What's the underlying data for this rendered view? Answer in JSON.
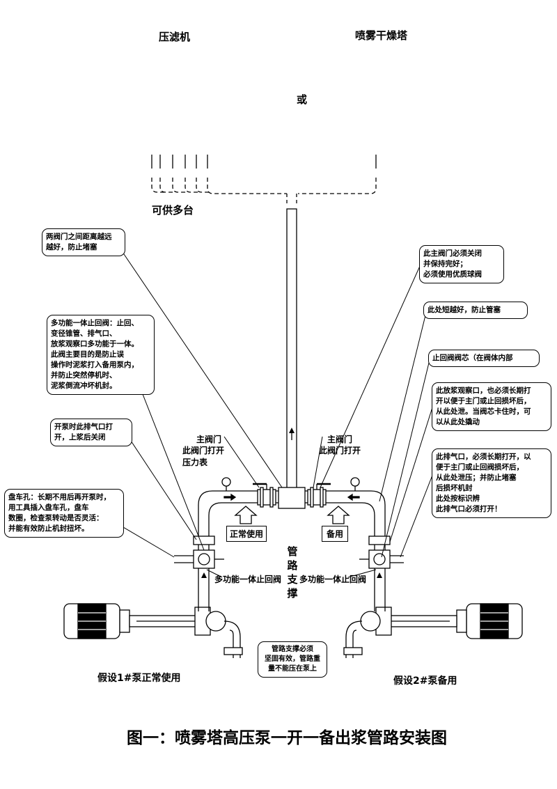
{
  "top": {
    "filter_press": "压滤机",
    "spray_tower": "喷雾干燥塔",
    "or": "或",
    "multi_units": "可供多台"
  },
  "notes": {
    "distance": [
      "两阀门之间距离越远",
      "越好，防止堵塞"
    ],
    "multi_check": [
      "多功能一体止回阀：止回、",
      "变径锥管、排气口、",
      "放浆观察口多功能于一体。",
      "此阀主要目的是防止误",
      "操作时泥浆打入备用泵内，",
      "并防止突然停机时、",
      "泥浆倒流冲坏机封。"
    ],
    "vent_open": [
      "开泵时此排气口打",
      "开，上浆后关闭"
    ],
    "crank_hole": [
      "盘车孔：长期不用后再开泵时，",
      "用工具插入盘车孔，盘车",
      "数圈，检查泵转动是否灵活：",
      "并能有效防止机封扭坏。"
    ],
    "main_valve_closed": [
      "此主阀门必须关闭",
      "并保持完好；",
      "必须使用优质球阀"
    ],
    "short_better": [
      "此处短越好，防止管塞"
    ],
    "check_core": [
      "止回阀阀芯（在阀体内部"
    ],
    "observe_port": [
      "此放浆观察口，也必须长期打",
      "开以便于主门或止回损坏后，",
      "从此处泄。当阀芯卡住时，可",
      "以从此处撬动"
    ],
    "vent_port": [
      "此排气口，必须长期打开，以",
      "便于主门或止回阀损坏后，",
      "从此处泄压；并防止堵塞",
      "后损坏机封",
      "此处按标识辨",
      "此排气口必须打开！"
    ],
    "pipe_support": [
      "管路支撑必须",
      "坚固有效，管路重",
      "量不能压在泵上"
    ]
  },
  "labels": {
    "main_valve_left": [
      "主阀门",
      "此阀门打开",
      "压力表"
    ],
    "main_valve_right": [
      "主阀门",
      "此阀门打开"
    ],
    "normal_use": "正常使用",
    "standby": "备用",
    "check_valve_left": "多功能一体止回阀",
    "check_valve_right": "多功能一体止回阀",
    "pipe_support_vertical": "管路支撑",
    "pump1": "假设1#泵正常使用",
    "pump2": "假设2#泵备用"
  },
  "caption": "图一：喷雾塔高压泵一开一备出浆管路安装图"
}
